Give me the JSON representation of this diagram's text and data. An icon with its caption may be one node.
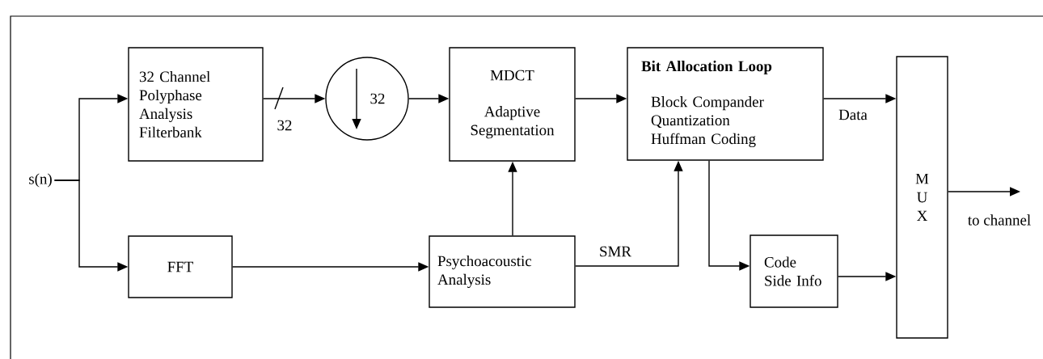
{
  "diagram": {
    "nodes": [
      {
        "text": [
          "s(n)"
        ]
      },
      {
        "text": [
          "32 Channel Polyphase Analysis Filterbank"
        ]
      },
      {
        "text": [
          "32"
        ]
      },
      {
        "text": [
          "MDCT",
          "Adaptive Segmentation"
        ]
      },
      {
        "text": [
          "Bit Allocation Loop",
          "Block Compander Quantization Huffman Coding"
        ]
      },
      {
        "text": [
          "M U X"
        ]
      },
      {
        "text": [
          "FFT"
        ]
      },
      {
        "text": [
          "Psychoacoustic Analysis"
        ]
      },
      {
        "text": [
          "Code Side Info"
        ]
      }
    ],
    "edges": [
      {
        "from": 0,
        "to": 1,
        "arrow": "to"
      },
      {
        "from": 1,
        "to": 2,
        "arrow": "to",
        "label": "32"
      },
      {
        "from": 2,
        "to": 3,
        "arrow": "to"
      },
      {
        "from": 3,
        "to": 4,
        "arrow": "to"
      },
      {
        "from": 4,
        "to": 5,
        "arrow": "to",
        "label": "Data"
      },
      {
        "from": 0,
        "to": 6,
        "arrow": "to"
      },
      {
        "from": 6,
        "to": 7,
        "arrow": "to"
      },
      {
        "from": 7,
        "to": 3,
        "arrow": "to"
      },
      {
        "from": 7,
        "to": 4,
        "arrow": "to",
        "label": "SMR"
      },
      {
        "from": 4,
        "to": 8,
        "arrow": "to"
      },
      {
        "from": 8,
        "to": 5,
        "arrow": "to"
      },
      {
        "from": 5,
        "to": null,
        "arrow": "to",
        "label": "to channel"
      }
    ]
  }
}
